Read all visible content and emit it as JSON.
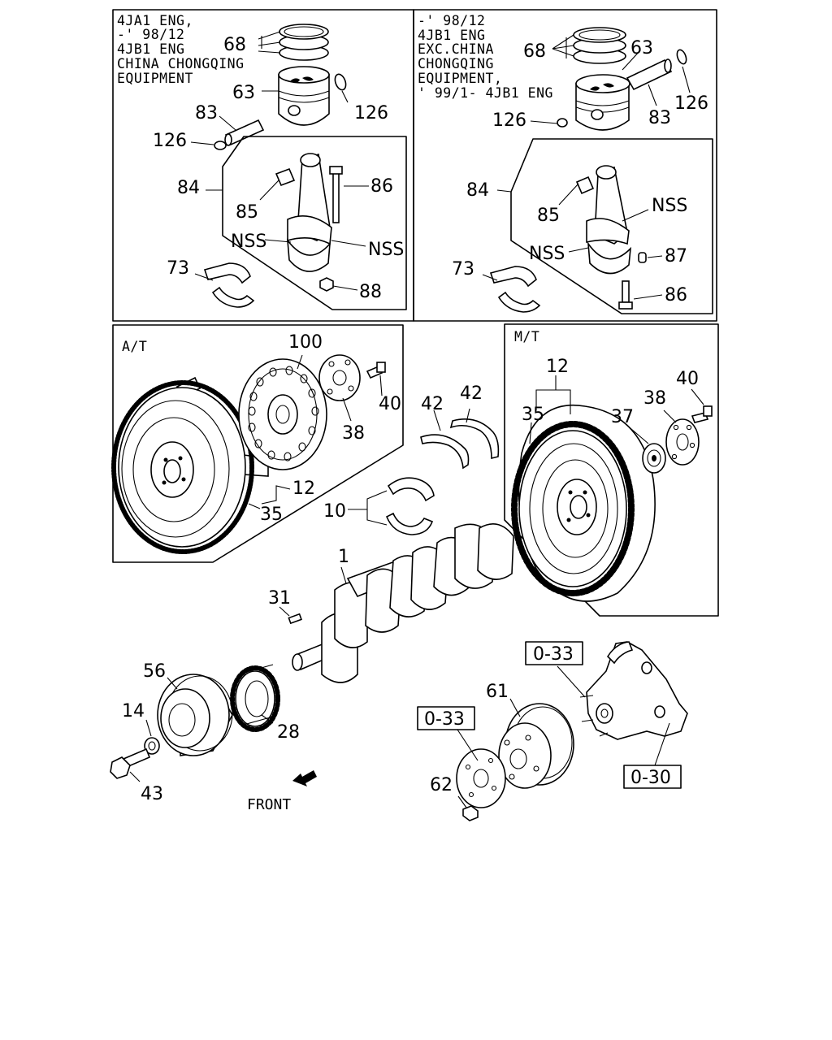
{
  "panels": {
    "piston_left": {
      "note_lines": [
        "4JA1 ENG,",
        "-' 98/12",
        "4JB1 ENG",
        "CHINA CHONGQING",
        "EQUIPMENT"
      ]
    },
    "piston_right": {
      "note_lines": [
        "-' 98/12",
        "4JB1 ENG",
        "EXC.CHINA",
        "CHONGQING",
        "EQUIPMENT,",
        "' 99/1- 4JB1 ENG"
      ]
    },
    "flywheel_at": {
      "title": "A/T"
    },
    "flywheel_mt": {
      "title": "M/T"
    }
  },
  "callouts": {
    "l_68": "68",
    "l_63": "63",
    "l_126a": "126",
    "l_83": "83",
    "l_126b": "126",
    "l_84": "84",
    "l_85": "85",
    "l_86": "86",
    "l_nss1": "NSS",
    "l_nss2": "NSS",
    "l_73": "73",
    "l_88": "88",
    "r_68": "68",
    "r_63": "63",
    "r_126a": "126",
    "r_83": "83",
    "r_126b": "126",
    "r_84": "84",
    "r_85": "85",
    "r_nss1": "NSS",
    "r_nss2": "NSS",
    "r_87": "87",
    "r_73": "73",
    "r_86": "86",
    "at_100": "100",
    "at_40": "40",
    "at_38": "38",
    "at_12": "12",
    "at_35": "35",
    "b_42a": "42",
    "b_42b": "42",
    "b_10": "10",
    "mt_12": "12",
    "mt_35": "35",
    "mt_37": "37",
    "mt_38": "38",
    "mt_40": "40",
    "c_1": "1",
    "c_31": "31",
    "c_56": "56",
    "c_14": "14",
    "c_28": "28",
    "c_43": "43",
    "p_61": "61",
    "p_62": "62"
  },
  "ref_boxes": {
    "ref_a": "0-33",
    "ref_b": "0-33",
    "ref_c": "0-30"
  },
  "front_label": "FRONT"
}
